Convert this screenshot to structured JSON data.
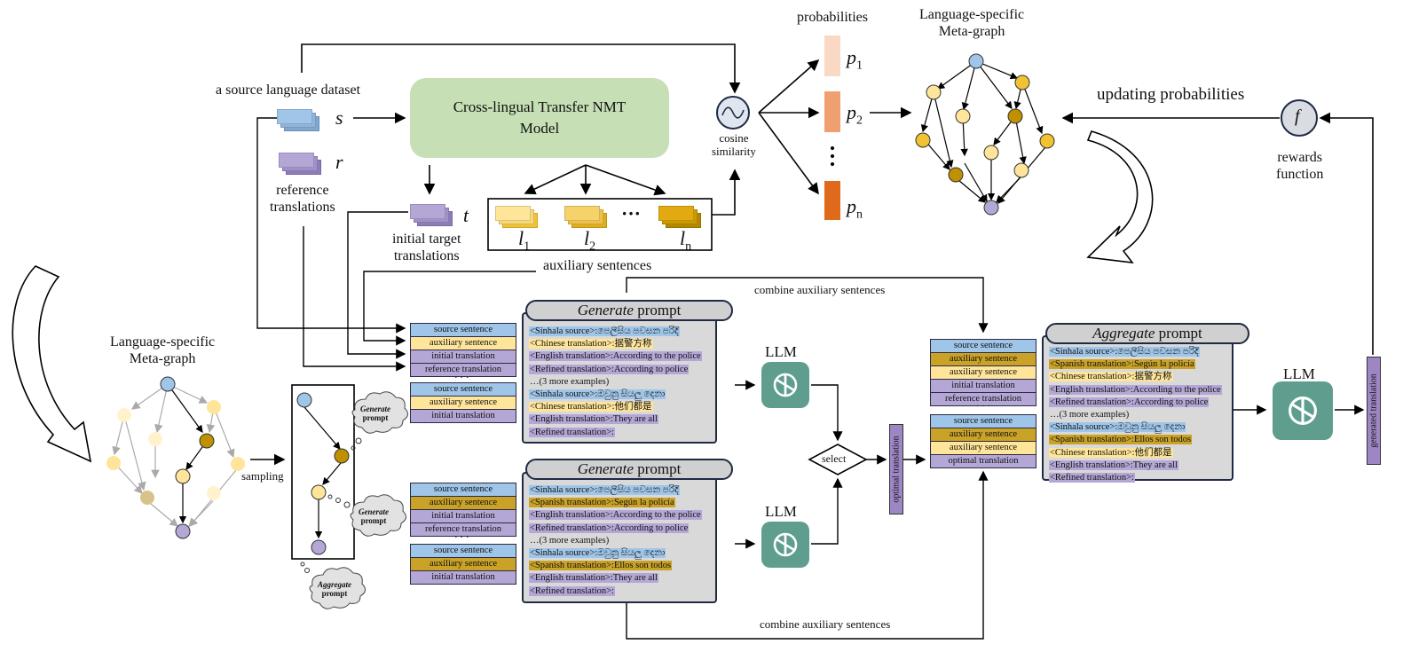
{
  "top": {
    "source_dataset": "a source language dataset",
    "s": "s",
    "r": "r",
    "reference_translations": [
      "reference",
      "translations"
    ],
    "t": "t",
    "initial_target": [
      "initial target",
      "translations"
    ],
    "nmt_model": [
      "Cross-lingual Transfer NMT",
      "Model"
    ],
    "l1": "l",
    "l2": "l",
    "ln": "l",
    "sub1": "1",
    "sub2": "2",
    "subn": "n",
    "aux_sentences": "auxiliary sentences",
    "cosine": [
      "cosine",
      "similarity"
    ],
    "probabilities": "probabilities",
    "p1": "p",
    "p2": "p",
    "pn": "p",
    "meta_graph_title": [
      "Language-specific",
      "Meta-graph"
    ],
    "updating": "updating probabilities",
    "f": "f",
    "rewards": [
      "rewards",
      "function"
    ]
  },
  "left": {
    "meta_graph_title": [
      "Language-specific",
      "Meta-graph"
    ],
    "sampling": "sampling",
    "cloud_generate_1": [
      "Generate",
      "prompt"
    ],
    "cloud_generate_2": [
      "Generate",
      "prompt"
    ],
    "cloud_aggregate": [
      "Aggregate",
      "prompt"
    ]
  },
  "tables": {
    "t1": [
      "source sentence",
      "auxiliary sentence",
      "initial translation",
      "reference translation"
    ],
    "t1b": [
      "source sentence",
      "auxiliary sentence",
      "initial translation"
    ],
    "t2": [
      "source sentence",
      "auxiliary sentence",
      "initial translation",
      "reference translation"
    ],
    "t2b": [
      "source sentence",
      "auxiliary sentence",
      "initial translation"
    ],
    "t3": [
      "source sentence",
      "auxiliary sentence",
      "auxiliary sentence",
      "initial translation",
      "reference translation"
    ],
    "t3b": [
      "source sentence",
      "auxiliary sentence",
      "auxiliary sentence",
      "optimal translation"
    ],
    "dots": "· · ·"
  },
  "prompts": {
    "generate_word": "Generate",
    "prompt_word": " prompt",
    "aggregate_word": "Aggregate",
    "p1": [
      "<Sinhala source>:පෙලීසිය පවසන පරිදි",
      "<Chinese translation>:据警方称",
      "<English translation>:According to the police",
      "<Refined translation>:According to police",
      "…(3 more examples)",
      "<Sinhala source>:ඔවුනු සියලු දෙනා",
      "<Chinese translation>:他们都是",
      "<English translation>:They are all",
      "<Refined translation>:"
    ],
    "p2": [
      "<Sinhala source>:පෙලීසිය පවසන පරිදි",
      "<Spanish translation>:Según la policía",
      "<English translation>:According to the police",
      "<Refined translation>:According to police",
      "…(3 more examples)",
      "<Sinhala source>:ඔවුනු සියලු දෙනා",
      "<Spanish translation>:Ellos son todos",
      "<English translation>:They are all",
      "<Refined translation>:"
    ],
    "p3": [
      "<Sinhala source>:පෙලීසිය පවසන පරිදි",
      "<Spanish translation>:Según la policía",
      "<Chinese translation>:据警方称",
      "<English translation>:According to the police",
      "<Refined translation>:According to police",
      "…(3 more examples)",
      "<Sinhala source>:ඔවුනු සියලු දෙනා",
      "<Spanish translation>:Ellos son todos",
      "<Chinese translation>:他们都是",
      "<English translation>:They are all",
      "<Refined translation>:"
    ]
  },
  "bottom": {
    "llm": "LLM",
    "select": "select",
    "optimal_translation": "optimal translation",
    "generated_translation": "generated translation",
    "combine_top": "combine  auxiliary sentences",
    "combine_bottom": "combine  auxiliary sentences"
  },
  "colors": {
    "blue": "#9fc5e8",
    "yellow": "#ffe599",
    "purple": "#b4a7d6",
    "gold": "#c9a227",
    "green": "#c6dfb4",
    "llm": "#5f9e8f"
  }
}
